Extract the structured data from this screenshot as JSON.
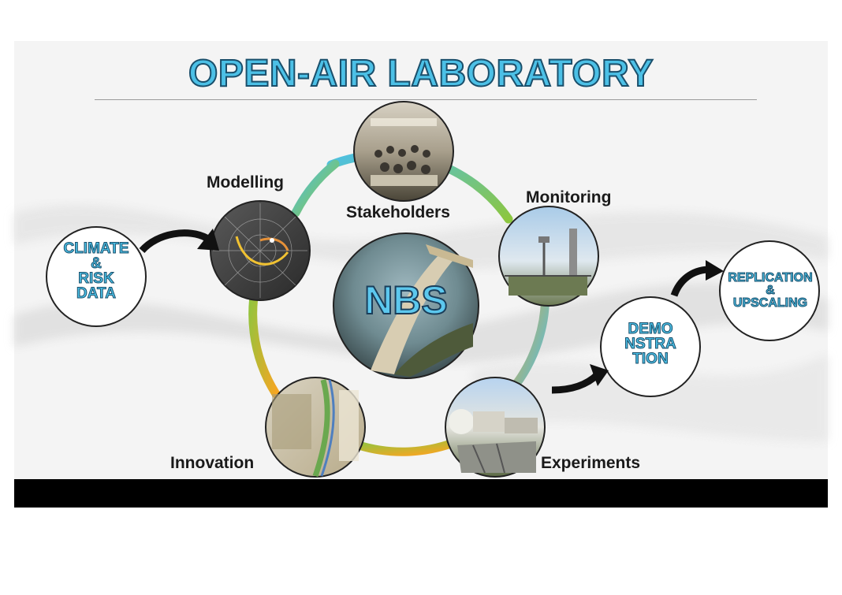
{
  "title": "OPEN-AIR LABORATORY",
  "center": {
    "label": "NBS"
  },
  "cycle_nodes": {
    "stakeholders": "Stakeholders",
    "monitoring": "Monitoring",
    "experiments": "Experiments",
    "innovation": "Innovation",
    "modelling": "Modelling"
  },
  "inputs": {
    "climate": "CLIMATE\n&\nRISK\nDATA"
  },
  "outputs": {
    "demonstration": "DEMO\nNSTRA\nTION",
    "replication": "REPLICATION\n&\nUPSCALING"
  },
  "colors": {
    "title_fill": "#4cc0e6",
    "title_outline": "#1a4f6b",
    "ring_blue": "#4cc0e6",
    "ring_green": "#8cc63f",
    "ring_orange": "#f5a623",
    "arrow": "#111111",
    "bottom_bar": "#000000"
  }
}
